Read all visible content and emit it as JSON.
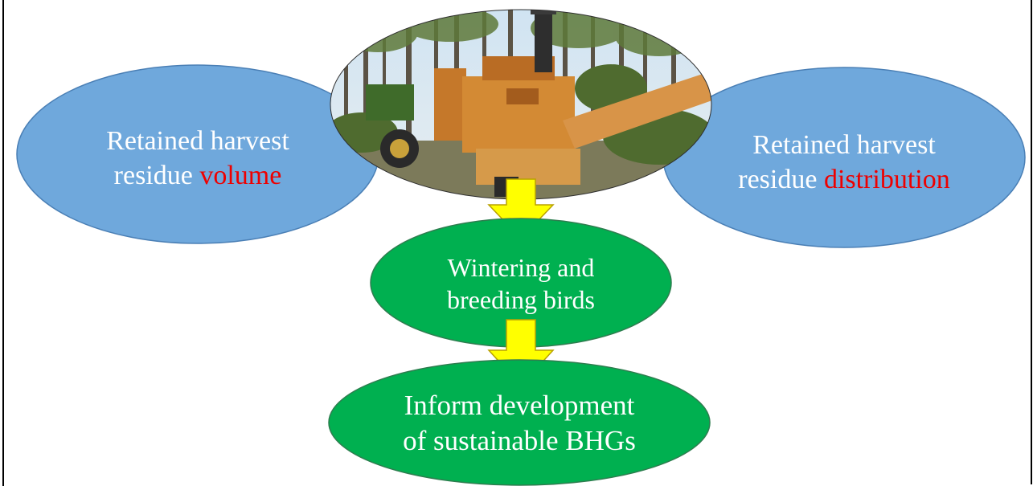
{
  "nodes": {
    "left": {
      "line1": "Retained harvest",
      "line2_prefix": "residue ",
      "line2_emph": "volume"
    },
    "right": {
      "line1": "Retained harvest",
      "line2_prefix": "residue ",
      "line2_emph": "distribution"
    },
    "middle": {
      "line1": "Wintering and",
      "line2": "breeding birds"
    },
    "bottom": {
      "line1": "Inform development",
      "line2": "of sustainable BHGs"
    }
  },
  "photo": {
    "description_icon": "wood-chipper-machine-photo"
  },
  "colors": {
    "blue_node": "#6fa8dc",
    "blue_node_stroke": "#4a7fb5",
    "green_node": "#00b050",
    "green_node_stroke": "#2e7d4f",
    "arrow_fill": "#ffff00",
    "arrow_stroke": "#b8a100",
    "emphasis_text": "#ee0000"
  }
}
